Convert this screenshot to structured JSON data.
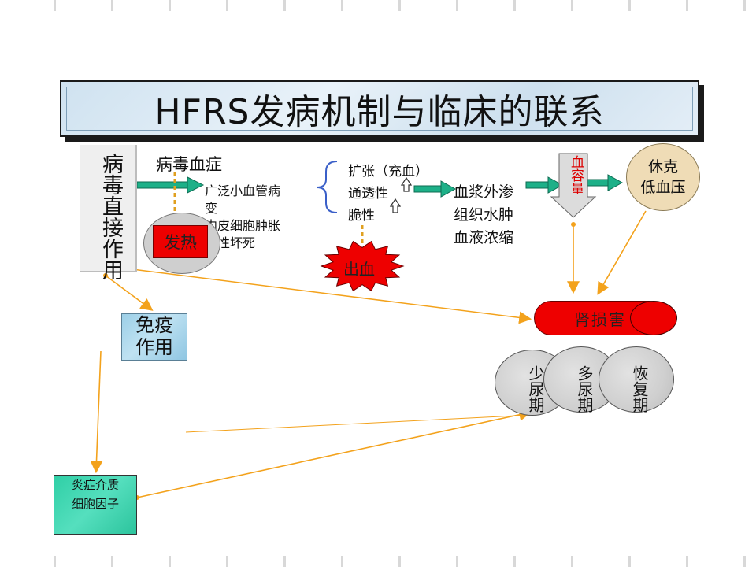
{
  "title": "HFRS发病机制与临床的联系",
  "virus_direct": "病毒直接作用",
  "viremia": "病毒血症",
  "capillary": {
    "line1": "广泛小血管病",
    "line2": "变",
    "line3": "内皮细胞肿胀",
    "line4": "变性坏死"
  },
  "fever": "发热",
  "immune": {
    "line1": "免疫",
    "line2": "作用"
  },
  "dilation": {
    "line1": "扩张（充血）",
    "line2": "通透性",
    "line3": "脆性"
  },
  "bleeding": "出血",
  "plasma": {
    "line1": "血浆外渗",
    "line2": "组织水肿",
    "line3": "血液浓缩"
  },
  "blood_volume": "血容量",
  "shock": {
    "line1": "休克",
    "line2": "低血压"
  },
  "kidney": "肾损害",
  "phases": [
    "少尿期",
    "多尿期",
    "恢复期"
  ],
  "inflammation": {
    "line1": "炎症介质",
    "line2": "细胞因子"
  },
  "colors": {
    "green_arrow": "#1db088",
    "orange_arrow": "#f3a21c",
    "red": "#ee0000",
    "dotted": "#e0a020",
    "shock_fill": "#efdcb6",
    "teal": "#2fcfa6"
  }
}
